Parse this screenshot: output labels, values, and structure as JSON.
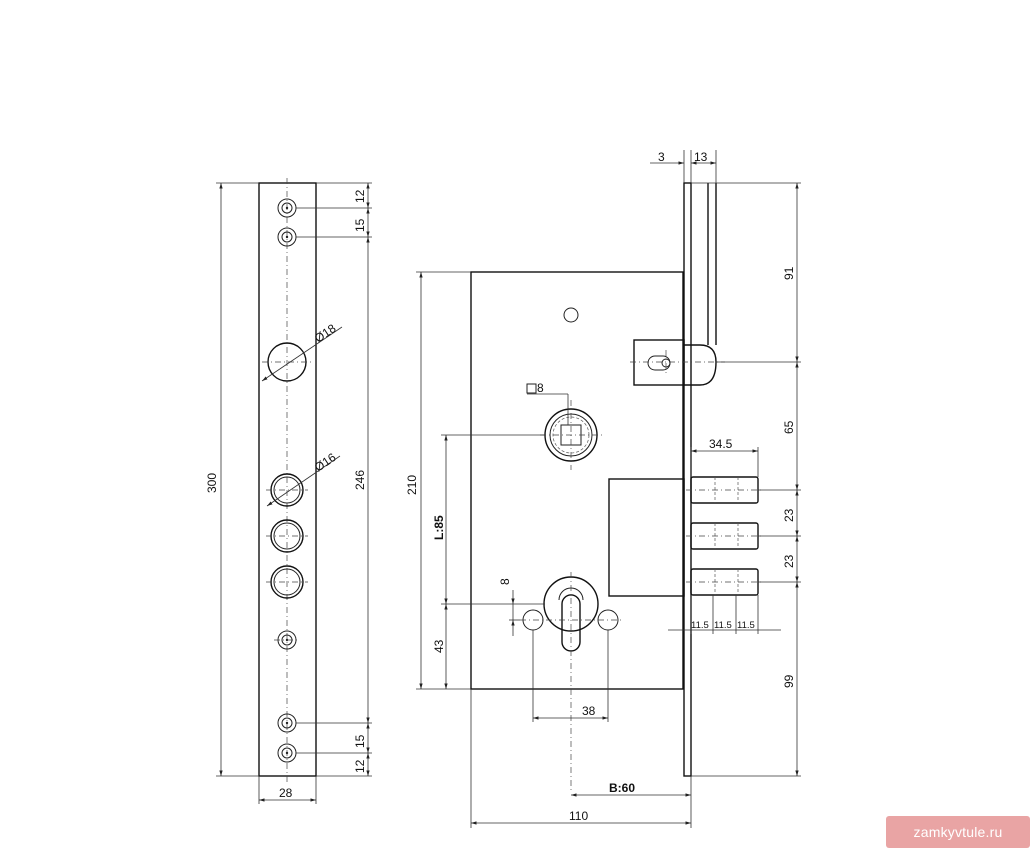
{
  "faceplate": {
    "dim_length": "300",
    "dim_inner": "246",
    "dim_width": "28",
    "dim_top_12": "12",
    "dim_top_15": "15",
    "dim_bottom_15": "15",
    "dim_bottom_12": "12",
    "dia_large": "Ø18",
    "dia_bolt": "Ø16"
  },
  "body": {
    "dim_height": "210",
    "dim_L": "L:85",
    "dim_43": "43",
    "dim_8": "8",
    "dim_38": "38",
    "dim_B": "B:60",
    "dim_110": "110",
    "spindle_square": "8"
  },
  "side": {
    "dim_3": "3",
    "dim_13": "13",
    "dim_91": "91",
    "dim_65": "65",
    "dim_23a": "23",
    "dim_23b": "23",
    "dim_99": "99",
    "dim_345": "34.5",
    "dim_115a": "11.5",
    "dim_115b": "11.5",
    "dim_115c": "11.5"
  },
  "watermark": "zamkyvtule.ru"
}
